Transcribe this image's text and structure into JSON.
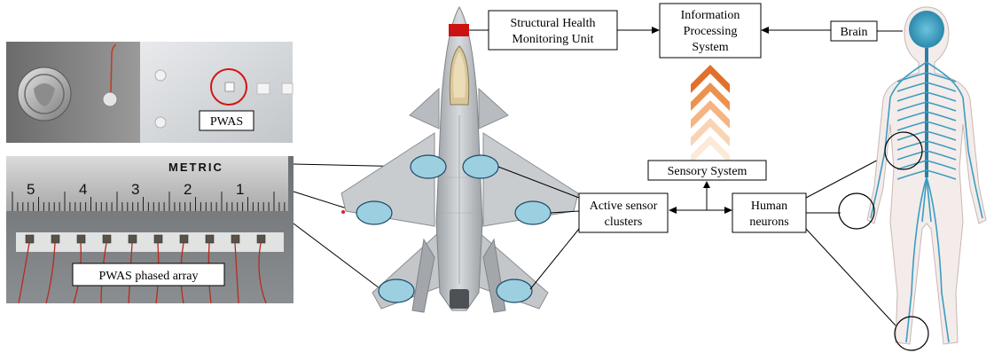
{
  "photos": {
    "pwas_label": "PWAS",
    "phased_array_label": "PWAS phased array",
    "ruler_metric_label": "METRIC",
    "ruler_numbers": [
      "5",
      "4",
      "3",
      "2",
      "1"
    ]
  },
  "boxes": {
    "shm_unit_line1": "Structural Health",
    "shm_unit_line2": "Monitoring Unit",
    "info_line1": "Information",
    "info_line2": "Processing",
    "info_line3": "System",
    "brain": "Brain",
    "sensory_system": "Sensory System",
    "active_sensor_line1": "Active sensor",
    "active_sensor_line2": "clusters",
    "human_neurons_line1": "Human",
    "human_neurons_line2": "neurons"
  },
  "colors": {
    "sensor_fill": "#9ccfe0",
    "chevron_colors": [
      "#e0702a",
      "#ec9250",
      "#f4b483",
      "#f9d4b4",
      "#fde9d8"
    ],
    "nerve_color": "#3d9cc0",
    "jet_color": "#b8bcc0",
    "shm_marker": "#cc1111"
  },
  "icons": [
    "pwas-disc-photo",
    "pwas-panel-photo",
    "ruler-photo",
    "fighter-jet-icon",
    "human-nervous-system-icon",
    "up-chevron-icon"
  ]
}
